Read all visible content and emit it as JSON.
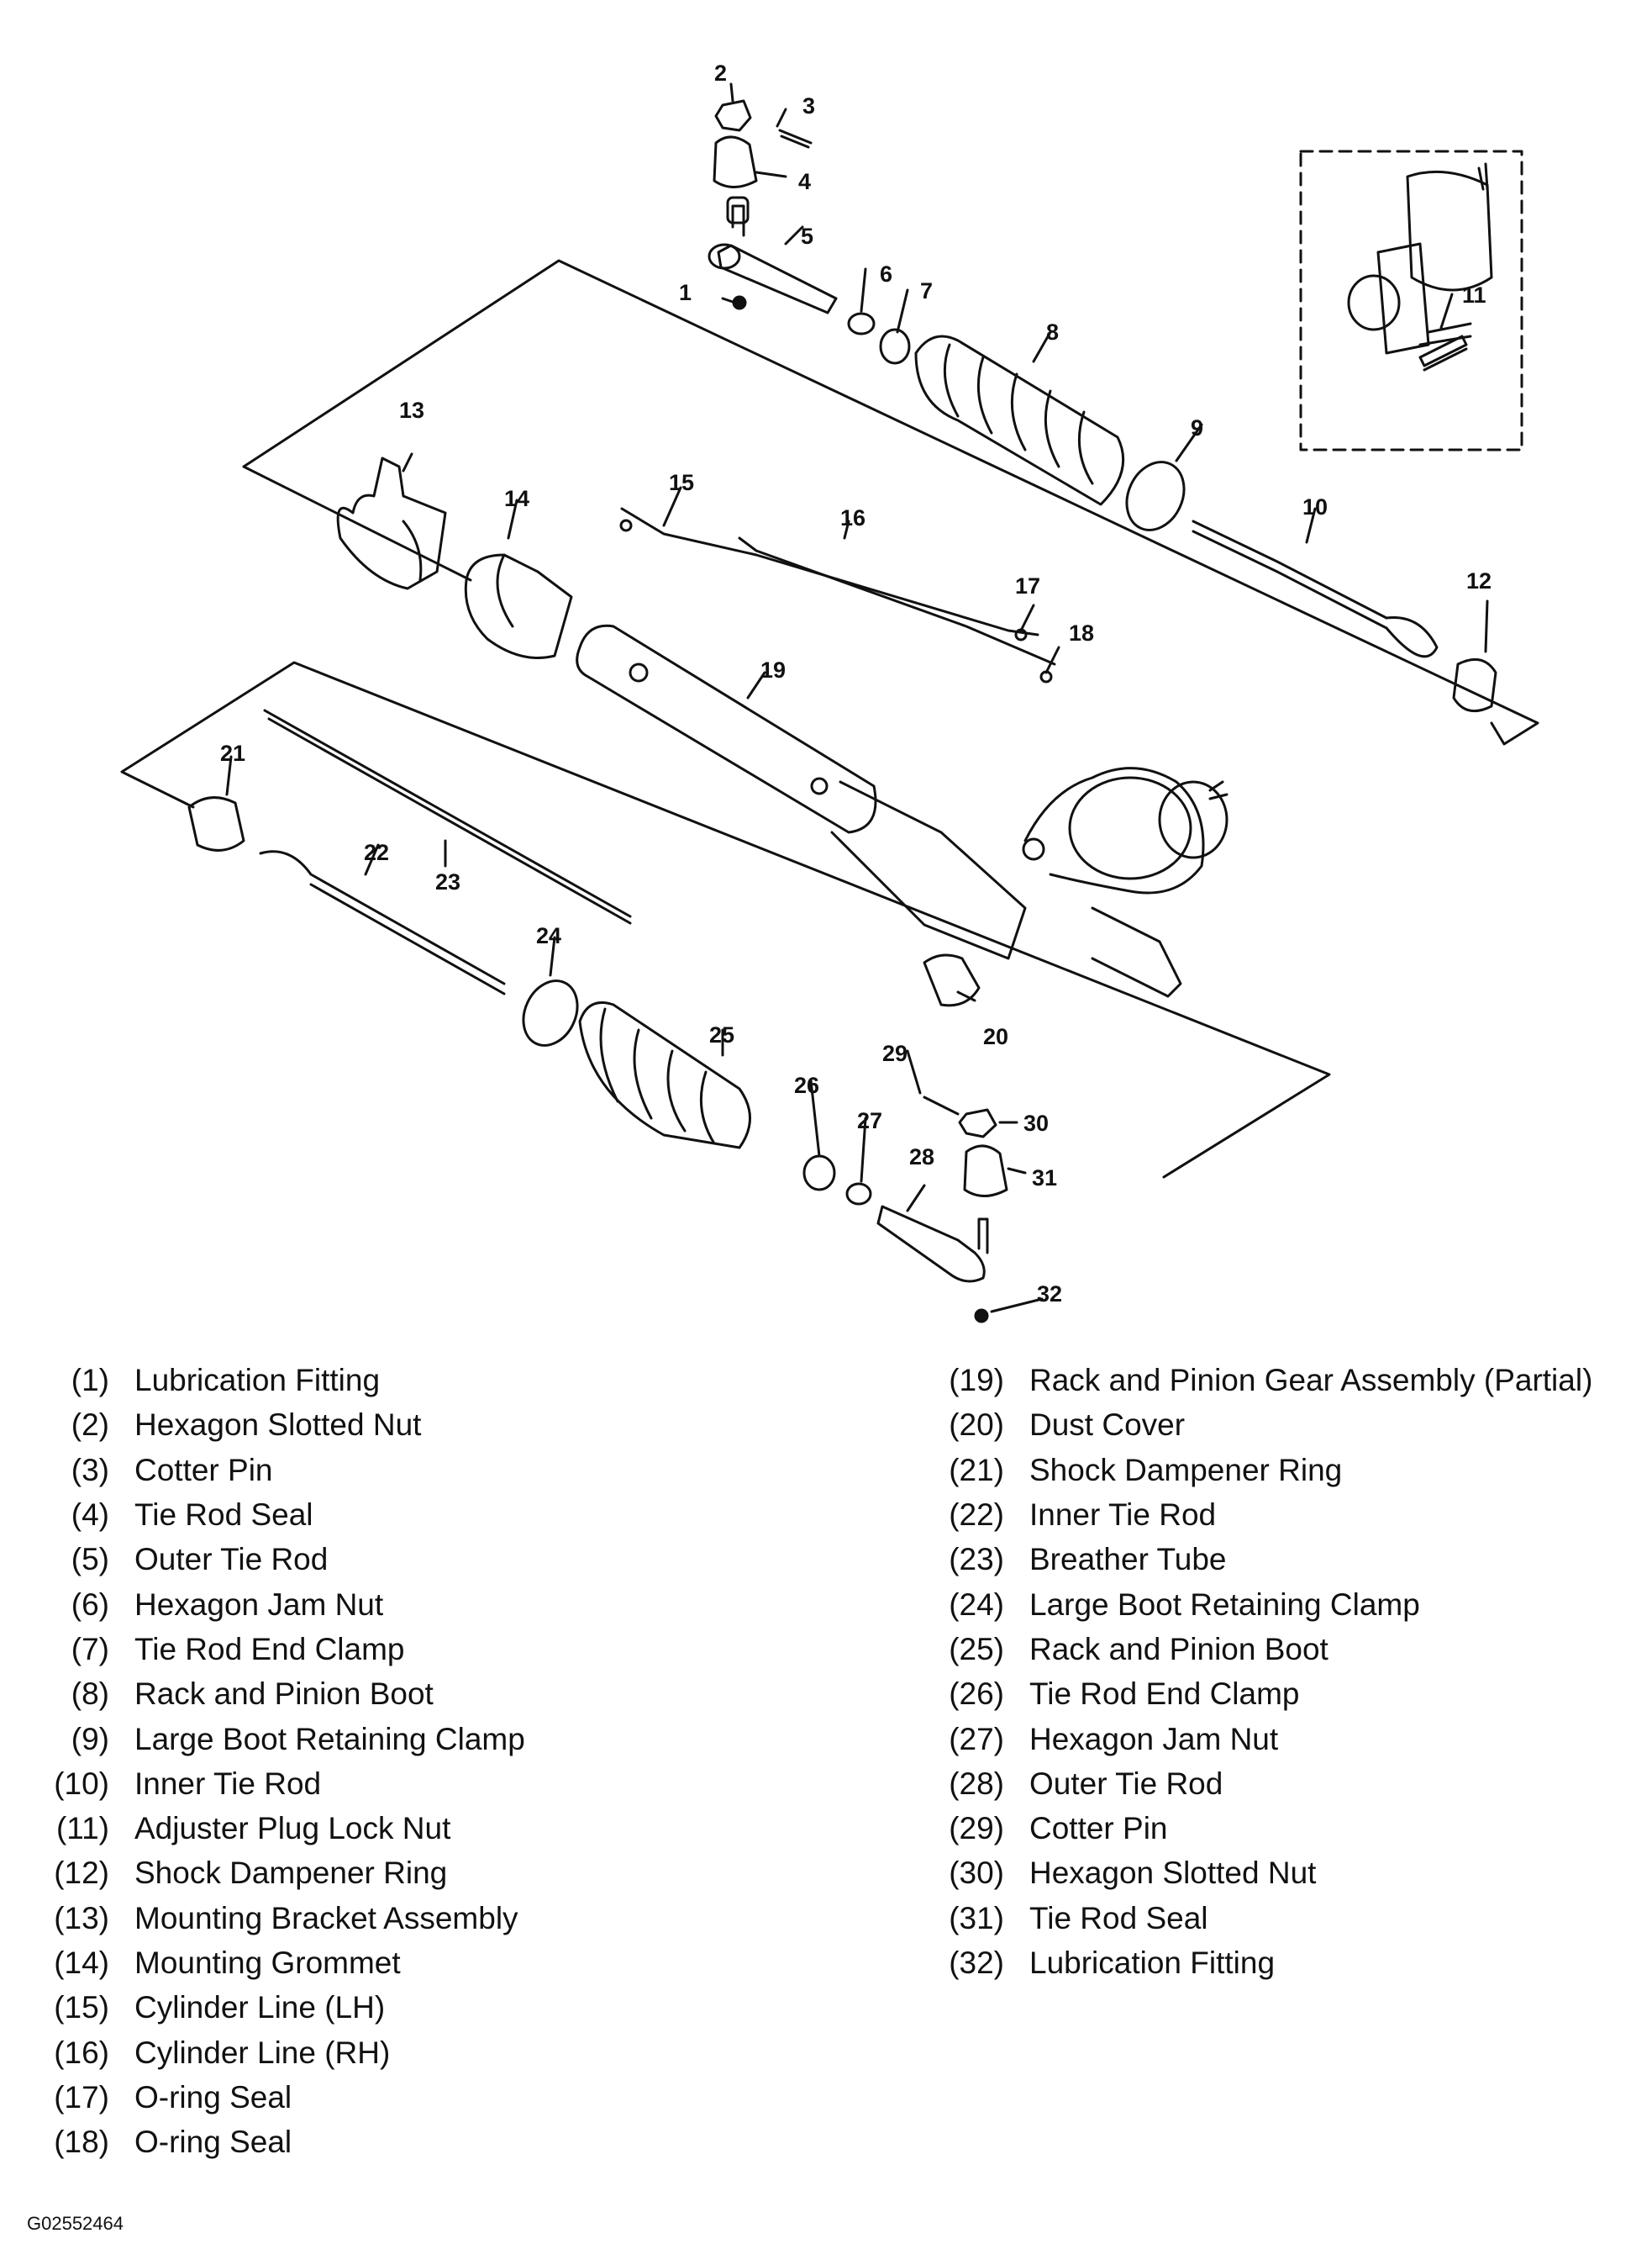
{
  "callouts": [
    "1",
    "2",
    "3",
    "4",
    "5",
    "6",
    "7",
    "8",
    "9",
    "10",
    "11",
    "12",
    "13",
    "14",
    "15",
    "16",
    "17",
    "18",
    "19",
    "20",
    "21",
    "22",
    "23",
    "24",
    "25",
    "26",
    "27",
    "28",
    "29",
    "30",
    "31",
    "32"
  ],
  "legend": {
    "left": [
      {
        "num": "(1)",
        "name": "Lubrication Fitting"
      },
      {
        "num": "(2)",
        "name": "Hexagon Slotted Nut"
      },
      {
        "num": "(3)",
        "name": "Cotter Pin"
      },
      {
        "num": "(4)",
        "name": "Tie Rod Seal"
      },
      {
        "num": "(5)",
        "name": "Outer Tie Rod"
      },
      {
        "num": "(6)",
        "name": "Hexagon Jam Nut"
      },
      {
        "num": "(7)",
        "name": "Tie Rod End Clamp"
      },
      {
        "num": "(8)",
        "name": "Rack and Pinion Boot"
      },
      {
        "num": "(9)",
        "name": "Large Boot Retaining Clamp"
      },
      {
        "num": "(10)",
        "name": "Inner Tie Rod"
      },
      {
        "num": "(11)",
        "name": "Adjuster Plug Lock Nut"
      },
      {
        "num": "(12)",
        "name": "Shock Dampener Ring"
      },
      {
        "num": "(13)",
        "name": "Mounting Bracket Assembly"
      },
      {
        "num": "(14)",
        "name": "Mounting Grommet"
      },
      {
        "num": "(15)",
        "name": "Cylinder Line (LH)"
      },
      {
        "num": "(16)",
        "name": "Cylinder Line (RH)"
      },
      {
        "num": "(17)",
        "name": "O-ring Seal"
      },
      {
        "num": "(18)",
        "name": "O-ring Seal"
      }
    ],
    "right": [
      {
        "num": "(19)",
        "name": "Rack and Pinion Gear Assembly (Partial)"
      },
      {
        "num": "(20)",
        "name": "Dust Cover"
      },
      {
        "num": "(21)",
        "name": "Shock Dampener Ring"
      },
      {
        "num": "(22)",
        "name": "Inner Tie Rod"
      },
      {
        "num": "(23)",
        "name": "Breather Tube"
      },
      {
        "num": "(24)",
        "name": "Large Boot Retaining Clamp"
      },
      {
        "num": "(25)",
        "name": "Rack and Pinion Boot"
      },
      {
        "num": "(26)",
        "name": "Tie Rod End Clamp"
      },
      {
        "num": "(27)",
        "name": "Hexagon Jam Nut"
      },
      {
        "num": "(28)",
        "name": "Outer Tie Rod"
      },
      {
        "num": "(29)",
        "name": "Cotter Pin"
      },
      {
        "num": "(30)",
        "name": "Hexagon Slotted Nut"
      },
      {
        "num": "(31)",
        "name": "Tie Rod Seal"
      },
      {
        "num": "(32)",
        "name": "Lubrication Fitting"
      }
    ]
  },
  "figure_id": "G02552464"
}
